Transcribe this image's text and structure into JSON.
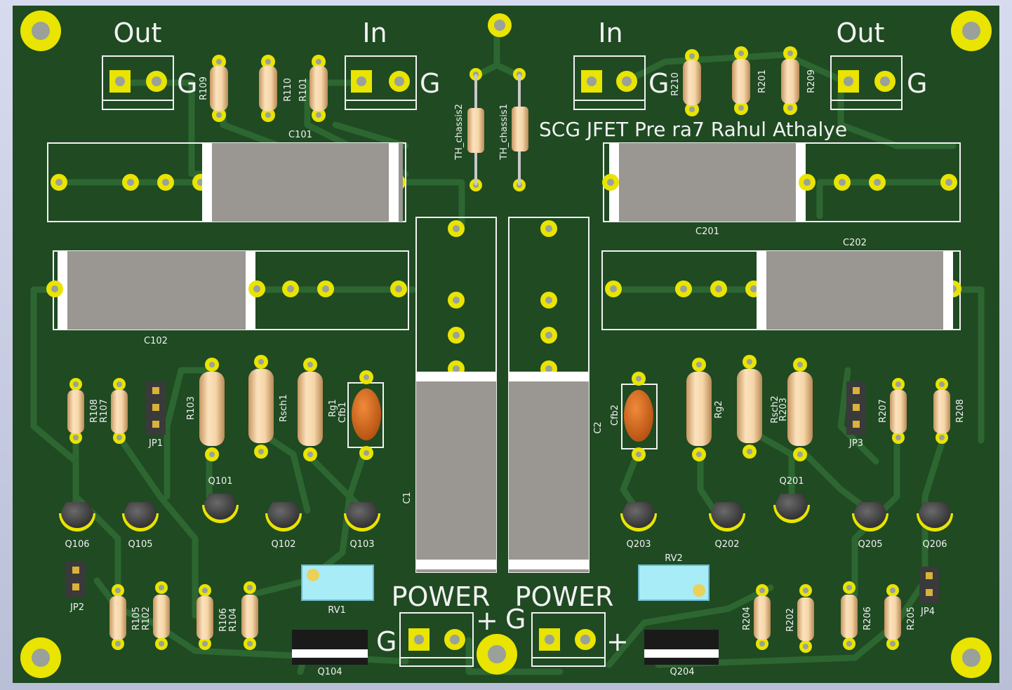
{
  "board": {
    "title": "SCG  JFET  Pre  ra7  Rahul  Athalye",
    "colors": {
      "pcb": "#1f4a22",
      "trace": "#2e6a33",
      "silk": "#f2f2f2",
      "pad": "#e9e400",
      "hole": "#9aa09a",
      "capbody": "#9a9691",
      "resistor": "#edc79a",
      "ceramic": "#d8651a",
      "pot": "#a8ecf8",
      "background": "#c8cde0"
    }
  },
  "connectors": {
    "out_left": {
      "label": "Out",
      "ground": "G"
    },
    "in_left": {
      "label": "In",
      "ground": "G"
    },
    "in_right": {
      "label": "In",
      "ground": "G"
    },
    "out_right": {
      "label": "Out",
      "ground": "G"
    },
    "power_left": {
      "label": "POWER",
      "plus": "+",
      "ground": "G"
    },
    "power_right": {
      "label": "POWER",
      "plus": "+",
      "ground": "G"
    }
  },
  "refdes": {
    "r109": "R109",
    "r110": "R110",
    "r101": "R101",
    "r210": "R210",
    "r201": "R201",
    "r209": "R209",
    "th2": "TH_chassis2",
    "th1": "TH_chassis1",
    "c101": "C101",
    "c102": "C102",
    "c201": "C201",
    "c202": "C202",
    "c1": "C1",
    "c2": "C2",
    "r108": "R108",
    "r107": "R107",
    "jp1": "JP1",
    "r103": "R103",
    "rsch1": "Rsch1",
    "rg1": "Rg1",
    "cfb1": "Cfb1",
    "cfb2": "Cfb2",
    "rg2": "Rg2",
    "rsch2": "Rsch2",
    "r203": "R203",
    "jp3": "JP3",
    "r207": "R207",
    "r208": "R208",
    "q101": "Q101",
    "q106": "Q106",
    "q105": "Q105",
    "q102": "Q102",
    "q103": "Q103",
    "q201": "Q201",
    "q203": "Q203",
    "q202": "Q202",
    "q205": "Q205",
    "q206": "Q206",
    "jp2": "JP2",
    "r105": "R105",
    "r102": "R102",
    "r106": "R106",
    "r104": "R104",
    "rv1": "RV1",
    "q104": "Q104",
    "rv2": "RV2",
    "q204": "Q204",
    "r204": "R204",
    "r202": "R202",
    "r206": "R206",
    "r205": "R205",
    "jp4": "JP4"
  }
}
